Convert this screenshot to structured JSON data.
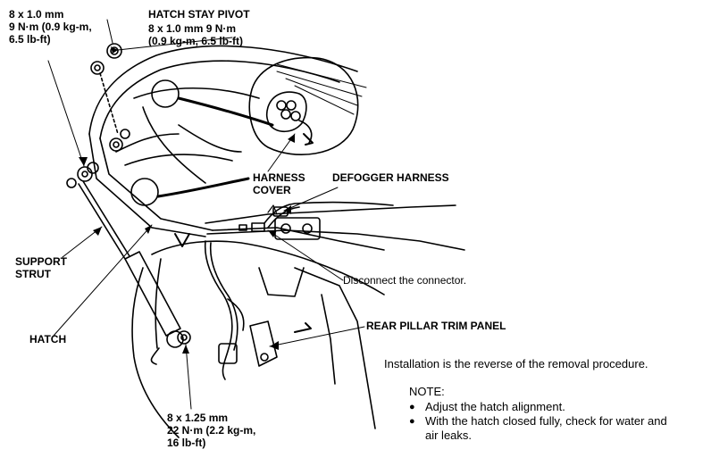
{
  "labels": {
    "top_bolt_spec": "8 x 1.0 mm\n9 N·m (0.9 kg-m,\n6.5 lb-ft)",
    "hatch_stay_pivot_title": "HATCH STAY PIVOT",
    "hatch_stay_pivot_spec": "8 x 1.0 mm 9 N·m\n(0.9 kg-m, 6.5 lb-ft)",
    "harness_cover": "HARNESS\nCOVER",
    "defogger_harness": "DEFOGGER HARNESS",
    "support_strut": "SUPPORT\nSTRUT",
    "hatch": "HATCH",
    "disconnect_connector": "Disconnect the connector.",
    "rear_pillar_trim_panel": "REAR PILLAR TRIM PANEL",
    "bottom_bolt_spec": "8 x 1.25 mm\n22 N·m (2.2 kg-m,\n16 lb-ft)"
  },
  "instructions": {
    "installation": "Installation is the reverse of the removal procedure.",
    "note_title": "NOTE:",
    "notes": [
      "Adjust the hatch alignment.",
      "With the hatch closed fully, check for water and\nair leaks."
    ]
  }
}
